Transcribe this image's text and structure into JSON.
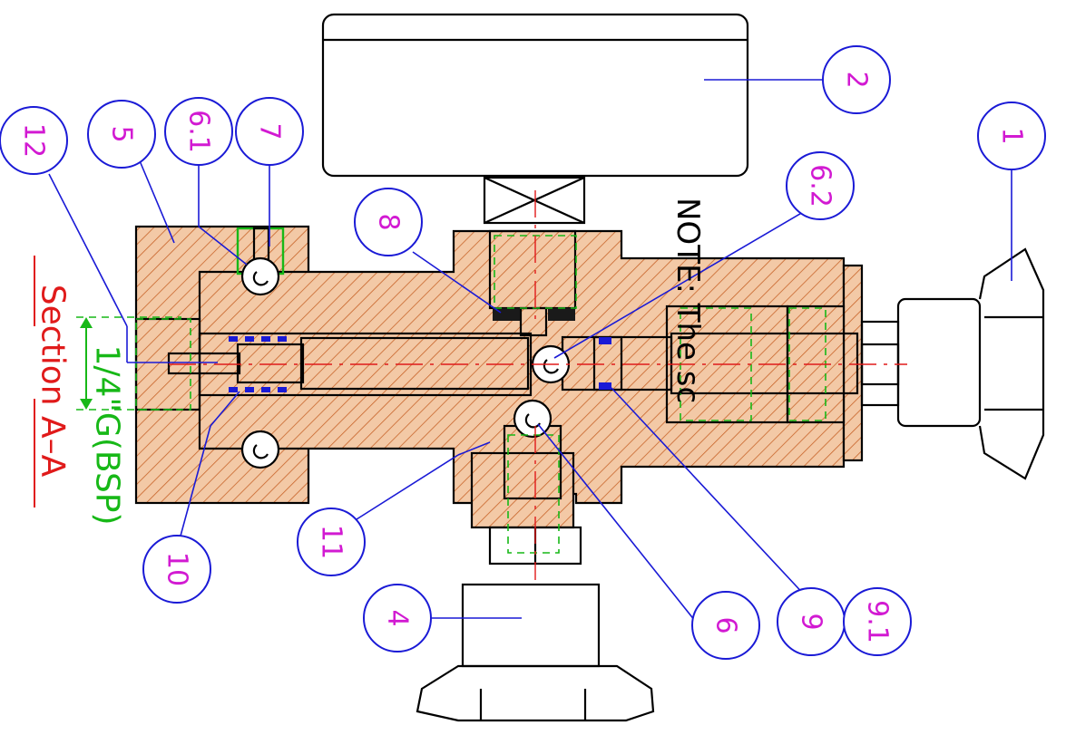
{
  "drawing": {
    "section_label": "Section  A–A",
    "thread_label": "1/4\"G(BSP)",
    "note_text": "NOTE:  The  sc",
    "colors": {
      "outline": "#000000",
      "hatch_fill": "#f3c9a6",
      "hatch_line": "#c8642a",
      "hidden_lines": "#17b817",
      "center_lines": "#e01a1a",
      "balloons": "#1a1ad6",
      "balloon_numbers": "#d21ad2",
      "section_text": "#e01a1a",
      "thread_text": "#17b817"
    },
    "balloons": [
      "1",
      "2",
      "4",
      "5",
      "6.1",
      "7",
      "8",
      "6.2",
      "12",
      "10",
      "11",
      "6",
      "9",
      "9.1"
    ]
  }
}
